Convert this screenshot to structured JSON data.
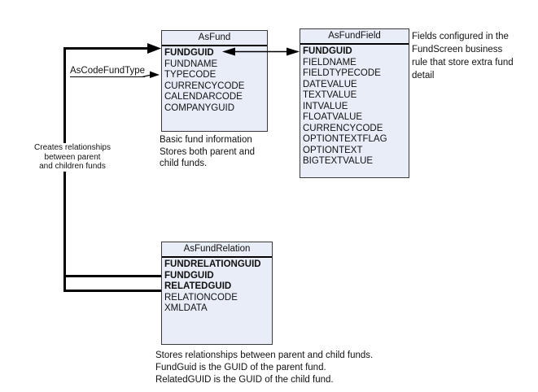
{
  "colors": {
    "table_fill": "#e9edf8",
    "table_border": "#3a3a3a",
    "line": "#000000",
    "text": "#111111"
  },
  "tables": [
    {
      "title": "AsFund",
      "fields": [
        {
          "name": "FUNDGUID",
          "key": true
        },
        {
          "name": "FUNDNAME",
          "key": false
        },
        {
          "name": "TYPECODE",
          "key": false
        },
        {
          "name": "CURRENCYCODE",
          "key": false
        },
        {
          "name": "CALENDARCODE",
          "key": false
        },
        {
          "name": "COMPANYGUID",
          "key": false
        }
      ]
    },
    {
      "title": "AsFundField",
      "fields": [
        {
          "name": "FUNDGUID",
          "key": true
        },
        {
          "name": "FIELDNAME",
          "key": false
        },
        {
          "name": "FIELDTYPECODE",
          "key": false
        },
        {
          "name": "DATEVALUE",
          "key": false
        },
        {
          "name": "TEXTVALUE",
          "key": false
        },
        {
          "name": "INTVALUE",
          "key": false
        },
        {
          "name": "FLOATVALUE",
          "key": false
        },
        {
          "name": "CURRENCYCODE",
          "key": false
        },
        {
          "name": "OPTIONTEXTFLAG",
          "key": false
        },
        {
          "name": "OPTIONTEXT",
          "key": false
        },
        {
          "name": "BIGTEXTVALUE",
          "key": false
        }
      ]
    },
    {
      "title": "AsFundRelation",
      "fields": [
        {
          "name": "FUNDRELATIONGUID",
          "key": true
        },
        {
          "name": "FUNDGUID",
          "key": true
        },
        {
          "name": "RELATEDGUID",
          "key": true
        },
        {
          "name": "RELATIONCODE",
          "key": false
        },
        {
          "name": "XMLDATA",
          "key": false
        }
      ]
    }
  ],
  "labels": {
    "relation_label": "AsCodeFundType"
  },
  "notes": {
    "asfund": "Basic fund information\nStores both parent and\nchild funds.",
    "asfundfield": "Fields configured in the\nFundScreen business\nrule that store extra fund\ndetail",
    "left": "Creates relationships\nbetween parent\nand children funds",
    "asfundrelation": "Stores relationships between parent and child funds.\nFundGuid is the GUID of the parent fund.\nRelatedGUID is the GUID of the child fund."
  }
}
